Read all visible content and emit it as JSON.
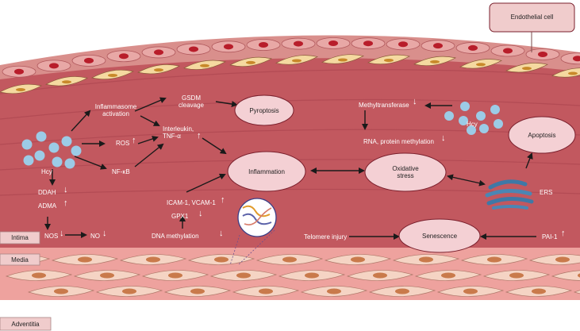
{
  "colors": {
    "adventitia_bg": "#ffffff",
    "endothelium": "#d98f8c",
    "intima_bg": "#c2585f",
    "intima_stripe": "#a43e49",
    "media_bg": "#eea29e",
    "smc_fill": "#f5d4c4",
    "node_fill": "#f4d0d4",
    "node_stroke": "#7a1f2c",
    "hcy_dot": "#9ccbe6",
    "tag_fill": "#f0cccc",
    "tag_stroke": "#a98686"
  },
  "layers": {
    "intima": "Intima",
    "media": "Media",
    "adventitia": "Adventitia",
    "endothelial_cell": "Endothelial cell"
  },
  "labels": {
    "inflammasome": "Inflammasome\nactivation",
    "gsdm": "GSDM\ncleavage",
    "interleukin": "Interleukin,\nTNF-α",
    "hcy_left": "Hcy",
    "ros": "ROS",
    "nfkb": "NF-κB",
    "ddah": "DDAH",
    "adma": "ADMA",
    "nos": "NOS",
    "no": "NO",
    "icam": "ICAM-1, VCAM-1",
    "gpx1": "GPX1",
    "dna_methylation": "DNA methylation",
    "methyltransferase": "Methyltransferase",
    "rna_protein": "RNA, protein methylation",
    "hcy_right": "Hcy",
    "ers": "ERS",
    "telomere": "Telomere injury",
    "pai1": "PAI-1"
  },
  "nodes": {
    "pyroptosis": "Pyroptosis",
    "inflammation": "Inflammation",
    "oxidative": "Oxidative\nstress",
    "apoptosis": "Apoptosis",
    "senescence": "Senescence"
  },
  "arrows": {
    "up": "↑",
    "down": "↓"
  }
}
